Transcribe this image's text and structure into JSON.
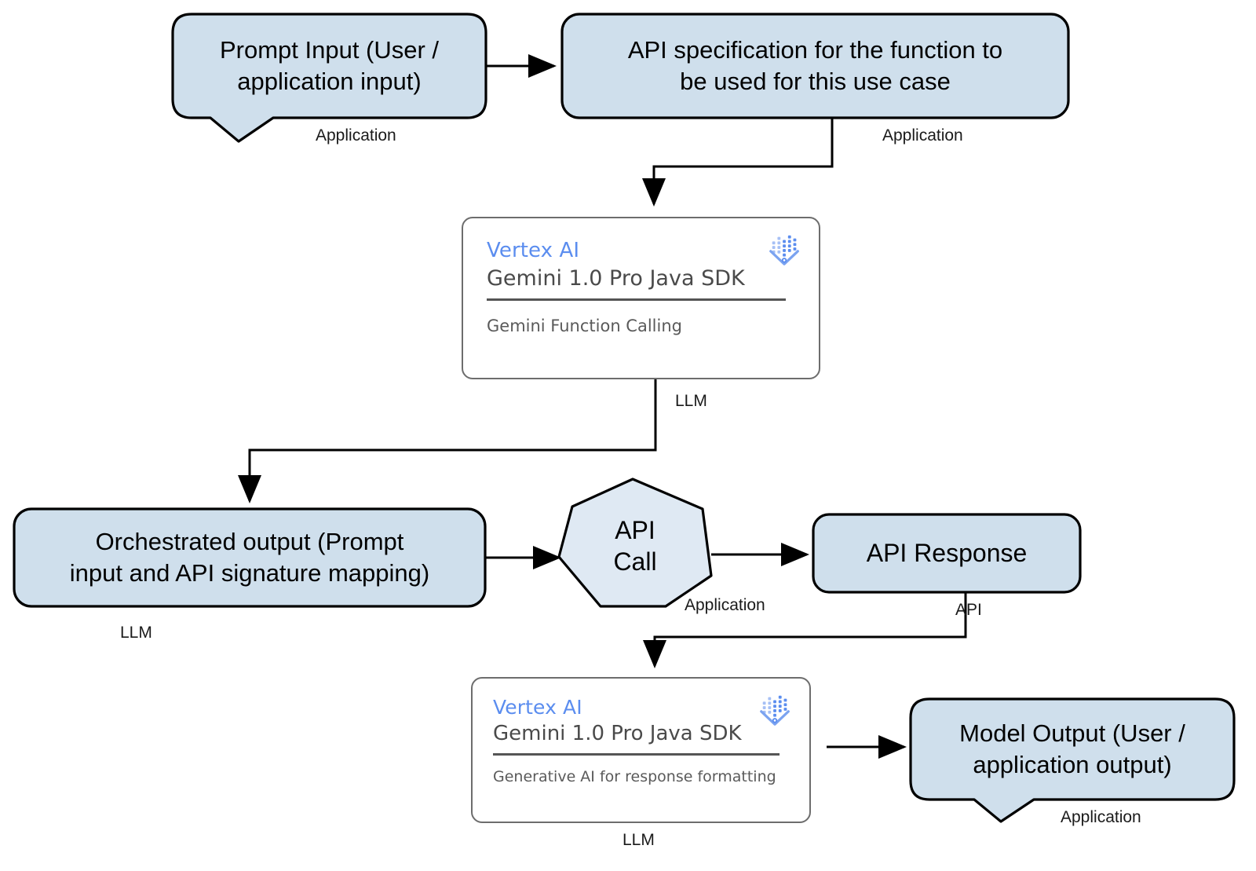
{
  "diagram": {
    "title": "Gemini Function Calling flow",
    "colors": {
      "node_fill": "#cfdfec",
      "node_stroke": "#000000",
      "card_stroke": "#6d6d6d",
      "brand_blue": "#5b8def",
      "card_text": "#4a4a4a",
      "edge": "#000000",
      "background": "#ffffff"
    },
    "nodes": [
      {
        "id": "prompt-input",
        "shape": "callout",
        "label": "Prompt Input (User / application input)",
        "line1": "Prompt Input (User /",
        "line2": "application input)",
        "edge_label": "Application"
      },
      {
        "id": "api-spec",
        "shape": "rounded-rect",
        "label": "API specification for the function to be used for this use case",
        "line1": "API specification for the function to",
        "line2": "be used for this use case",
        "edge_label": "Application"
      },
      {
        "id": "vertex-card-top",
        "shape": "card",
        "brand": "Vertex AI",
        "title": "Gemini 1.0 Pro Java SDK",
        "subtitle": "Gemini Function Calling",
        "logo": "vertex-ai-logo",
        "edge_label": "LLM"
      },
      {
        "id": "orchestrated-output",
        "shape": "rounded-rect",
        "label": "Orchestrated output (Prompt input and API signature mapping)",
        "line1": "Orchestrated output (Prompt",
        "line2": "input and API signature mapping)",
        "edge_label": "LLM"
      },
      {
        "id": "api-call",
        "shape": "heptagon",
        "label": "API Call",
        "line1": "API",
        "line2": "Call",
        "edge_label": "Application"
      },
      {
        "id": "api-response",
        "shape": "rounded-rect",
        "label": "API Response",
        "line1": "API Response",
        "line2": "",
        "edge_label": "API"
      },
      {
        "id": "vertex-card-bottom",
        "shape": "card",
        "brand": "Vertex AI",
        "title": "Gemini 1.0 Pro Java SDK",
        "subtitle": "Generative AI for response formatting",
        "logo": "vertex-ai-logo",
        "edge_label": "LLM"
      },
      {
        "id": "model-output",
        "shape": "callout",
        "label": "Model Output (User / application output)",
        "line1": "Model Output (User /",
        "line2": "application output)",
        "edge_label": "Application"
      }
    ],
    "edges": [
      {
        "id": "e1",
        "from": "prompt-input",
        "to": "api-spec",
        "label": ""
      },
      {
        "id": "e2",
        "from": "api-spec",
        "to": "vertex-card-top",
        "label": ""
      },
      {
        "id": "e3",
        "from": "vertex-card-top",
        "to": "orchestrated-output",
        "label": ""
      },
      {
        "id": "e4",
        "from": "orchestrated-output",
        "to": "api-call",
        "label": ""
      },
      {
        "id": "e5",
        "from": "api-call",
        "to": "api-response",
        "label": ""
      },
      {
        "id": "e6",
        "from": "api-response",
        "to": "vertex-card-bottom",
        "label": ""
      },
      {
        "id": "e7",
        "from": "vertex-card-bottom",
        "to": "model-output",
        "label": ""
      }
    ]
  }
}
